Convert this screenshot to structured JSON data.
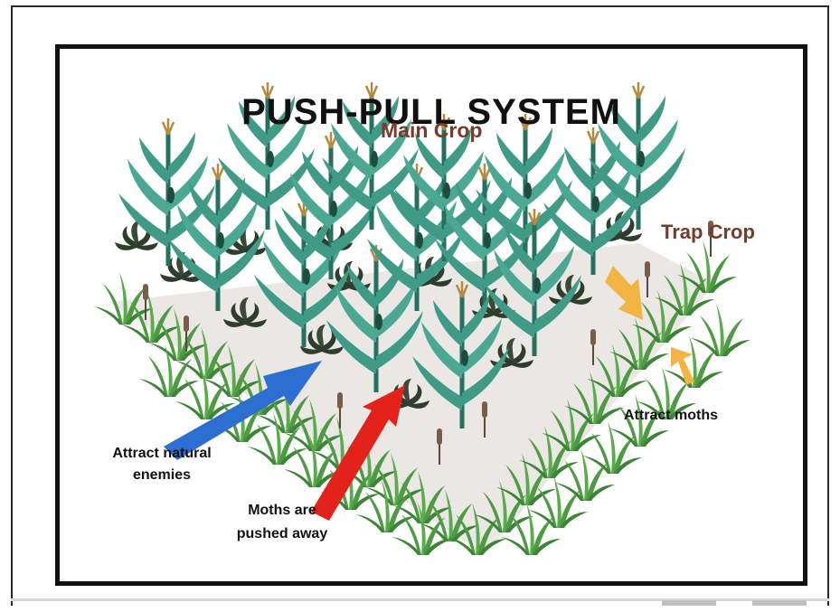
{
  "title": "PUSH-PULL SYSTEM",
  "labels": {
    "main_crop": "Main Crop",
    "trap_crop": "Trap Crop",
    "attract_moths": "Attract moths",
    "attract_enemies_line1": "Attract natural",
    "attract_enemies_line2": "enemies",
    "moths_pushed_line1": "Moths are",
    "moths_pushed_line2": "pushed away"
  },
  "colors": {
    "field": "#ebe7e4",
    "maize": "#3f9a86",
    "maize_dark": "#25705f",
    "trap_grass": "#4f9a44",
    "desmodium": "#2f3d2c",
    "arrow_blue": "#2d6fd1",
    "arrow_red": "#e3231b",
    "arrow_yellow": "#f2b443",
    "label_brown": "#7a3a2a"
  },
  "icons": [
    "maize-plant-icon",
    "desmodium-plant-icon",
    "napier-grass-icon",
    "blue-arrow-icon",
    "red-arrow-icon",
    "yellow-arrow-icon"
  ]
}
